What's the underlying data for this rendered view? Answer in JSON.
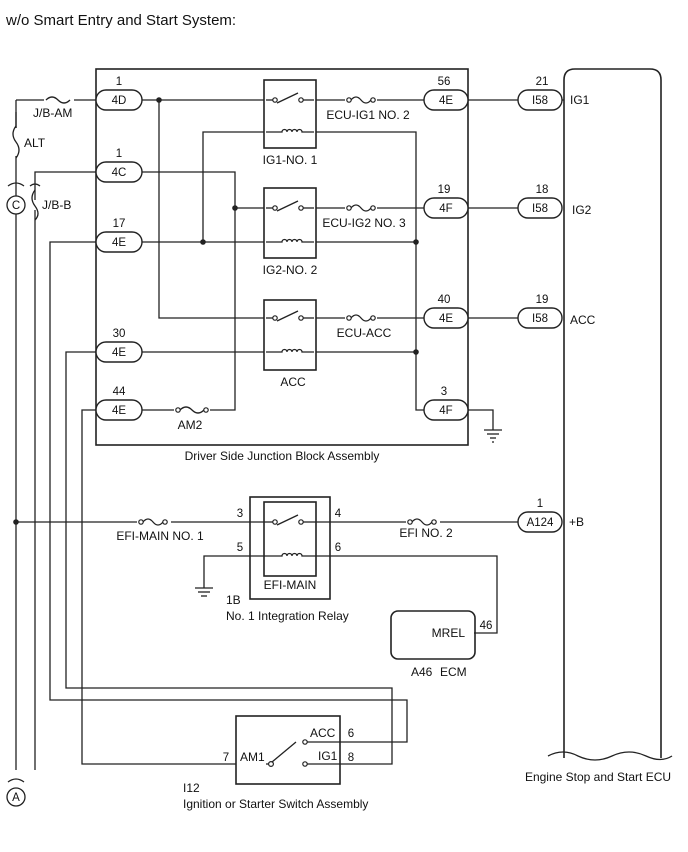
{
  "title": "w/o Smart Entry and Start System:",
  "junction_block": {
    "name": "Driver Side Junction Block Assembly",
    "left_connectors": [
      {
        "pin": "1",
        "conn": "4D"
      },
      {
        "pin": "1",
        "conn": "4C"
      },
      {
        "pin": "17",
        "conn": "4E"
      },
      {
        "pin": "30",
        "conn": "4E"
      },
      {
        "pin": "44",
        "conn": "4E"
      }
    ],
    "right_connectors": [
      {
        "pin": "56",
        "conn": "4E"
      },
      {
        "pin": "19",
        "conn": "4F"
      },
      {
        "pin": "40",
        "conn": "4E"
      },
      {
        "pin": "3",
        "conn": "4F"
      }
    ],
    "relays": [
      "IG1-NO. 1",
      "IG2-NO. 2",
      "ACC"
    ],
    "fuses": [
      "ECU-IG1 NO. 2",
      "ECU-IG2 NO. 3",
      "ECU-ACC",
      "AM2"
    ]
  },
  "left_fuses": [
    "J/B-AM",
    "ALT",
    "J/B-B"
  ],
  "ground_refs": [
    "C",
    "A"
  ],
  "ecu": {
    "name": "Engine Stop and Start ECU",
    "terminals": [
      {
        "pin": "21",
        "conn": "I58",
        "signal": "IG1"
      },
      {
        "pin": "18",
        "conn": "I58",
        "signal": "IG2"
      },
      {
        "pin": "19",
        "conn": "I58",
        "signal": "ACC"
      },
      {
        "pin": "1",
        "conn": "A124",
        "signal": "+B"
      }
    ]
  },
  "integration_relay": {
    "id": "1B",
    "name": "No. 1 Integration Relay",
    "relay": "EFI-MAIN",
    "pins": [
      "3",
      "4",
      "5",
      "6"
    ],
    "fuse_in": "EFI-MAIN NO. 1",
    "fuse_out": "EFI NO. 2"
  },
  "ecm": {
    "id": "A46",
    "name": "ECM",
    "terminal": "MREL",
    "pin": "46"
  },
  "switch": {
    "id": "I12",
    "name": "Ignition or Starter Switch Assembly",
    "terminals": [
      {
        "label": "AM1",
        "pin": "7"
      },
      {
        "label": "ACC",
        "pin": "6"
      },
      {
        "label": "IG1",
        "pin": "8"
      }
    ]
  }
}
